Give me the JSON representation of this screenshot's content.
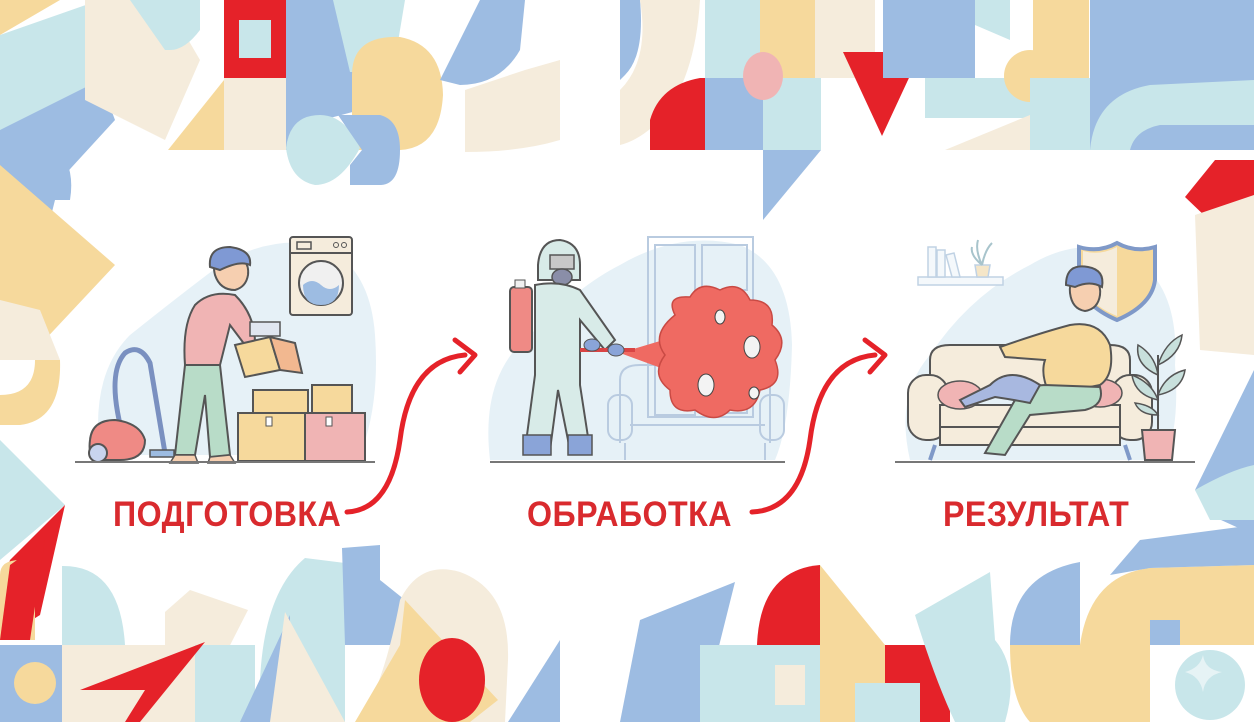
{
  "infographic": {
    "steps": [
      {
        "label": "ПОДГОТОВКА",
        "illustration": "person-packing-boxes",
        "props": [
          "washing-machine-icon",
          "vacuum-cleaner-icon",
          "cardboard-boxes-icon"
        ]
      },
      {
        "label": "ОБРАБОТКА",
        "illustration": "exterminator-spraying",
        "props": [
          "protective-suit-icon",
          "sprayer-tank-icon",
          "bedbug-cloud-icon",
          "window-icon",
          "armchair-icon"
        ]
      },
      {
        "label": "РЕЗУЛЬТАТ",
        "illustration": "person-relaxing-on-sofa",
        "props": [
          "shield-icon",
          "bookshelf-icon",
          "potted-plant-icon",
          "sofa-icon"
        ]
      }
    ],
    "arrows": [
      "curved-arrow-1-to-2",
      "curved-arrow-2-to-3"
    ]
  },
  "colors": {
    "accent_red": "#e52229",
    "label_red": "#d92a2e",
    "light_blue": "#c8e6ea",
    "mid_blue": "#9dbce2",
    "sand": "#f6d99c",
    "cream": "#f5ecdc",
    "pink": "#f0b4b4",
    "spray_red": "#ef6a62"
  }
}
